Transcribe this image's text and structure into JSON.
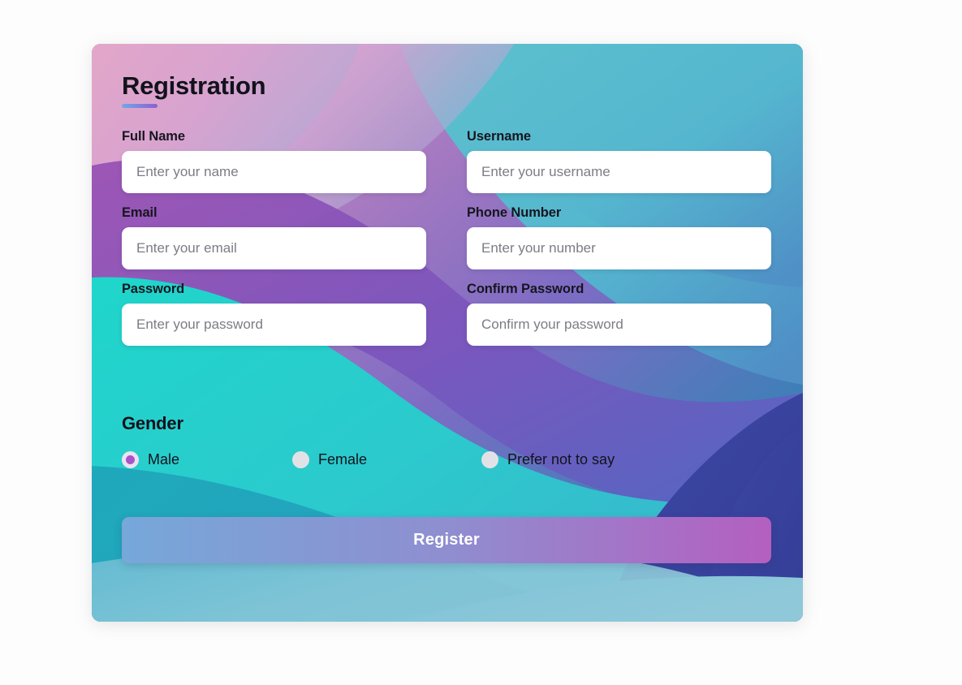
{
  "page": {
    "background_color": "#fdfdfd"
  },
  "card": {
    "title": "Registration",
    "accent_gradient_from": "#6fa8e8",
    "accent_gradient_to": "#8d5fd0",
    "background_colors": {
      "pink_top_left": "#d49ac4",
      "teal_top_right": "#5cc0cd",
      "purple_mid": "#8e4fb0",
      "turquoise": "#22d3cc",
      "blue_mid": "#5a78c4",
      "indigo_bottom_right": "#3b44a0",
      "teal_bottom_left": "#2196b8",
      "light_blue_bottom": "#8cc5d5"
    }
  },
  "form": {
    "fields": [
      {
        "name": "full-name",
        "label": "Full Name",
        "placeholder": "Enter your name",
        "value": "",
        "type": "text"
      },
      {
        "name": "username",
        "label": "Username",
        "placeholder": "Enter your username",
        "value": "",
        "type": "text"
      },
      {
        "name": "email",
        "label": "Email",
        "placeholder": "Enter your email",
        "value": "",
        "type": "email"
      },
      {
        "name": "phone-number",
        "label": "Phone Number",
        "placeholder": "Enter your number",
        "value": "",
        "type": "tel"
      },
      {
        "name": "password",
        "label": "Password",
        "placeholder": "Enter your password",
        "value": "",
        "type": "password"
      },
      {
        "name": "confirm-password",
        "label": "Confirm Password",
        "placeholder": "Confirm your password",
        "value": "",
        "type": "password"
      }
    ]
  },
  "gender": {
    "heading": "Gender",
    "selected": "Male",
    "options": [
      {
        "label": "Male",
        "checked": true
      },
      {
        "label": "Female",
        "checked": false
      },
      {
        "label": "Prefer not to say",
        "checked": false
      }
    ],
    "radio_selected_color": "#a855c8",
    "radio_unselected_color": "#e2e2e6"
  },
  "submit": {
    "label": "Register",
    "gradient_from": "#76a8da",
    "gradient_to": "#b45fc0",
    "text_color": "#ffffff"
  }
}
